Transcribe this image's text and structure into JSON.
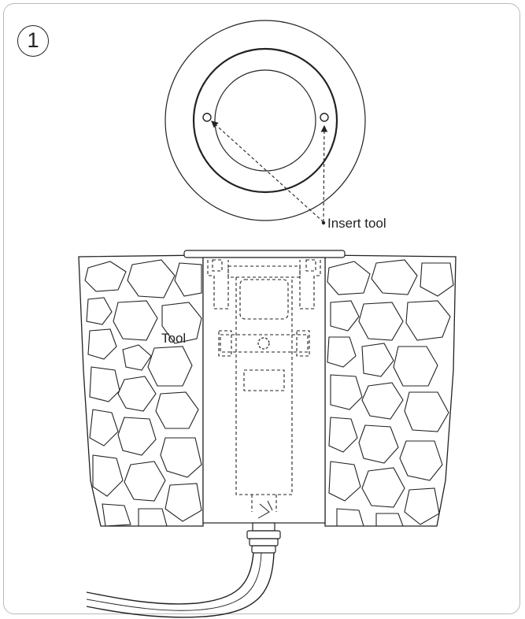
{
  "step_number": "1",
  "labels": {
    "insert_tool": "Insert tool",
    "tool": "Tool"
  },
  "colors": {
    "line": "#222222",
    "frame": "#b9b9b9",
    "tool_accent": "#3b5fc0"
  },
  "icons": [
    "step-number-badge",
    "lamp-top-view",
    "tool-side-view",
    "lamp-installed-in-stone-cross-section",
    "cable"
  ]
}
